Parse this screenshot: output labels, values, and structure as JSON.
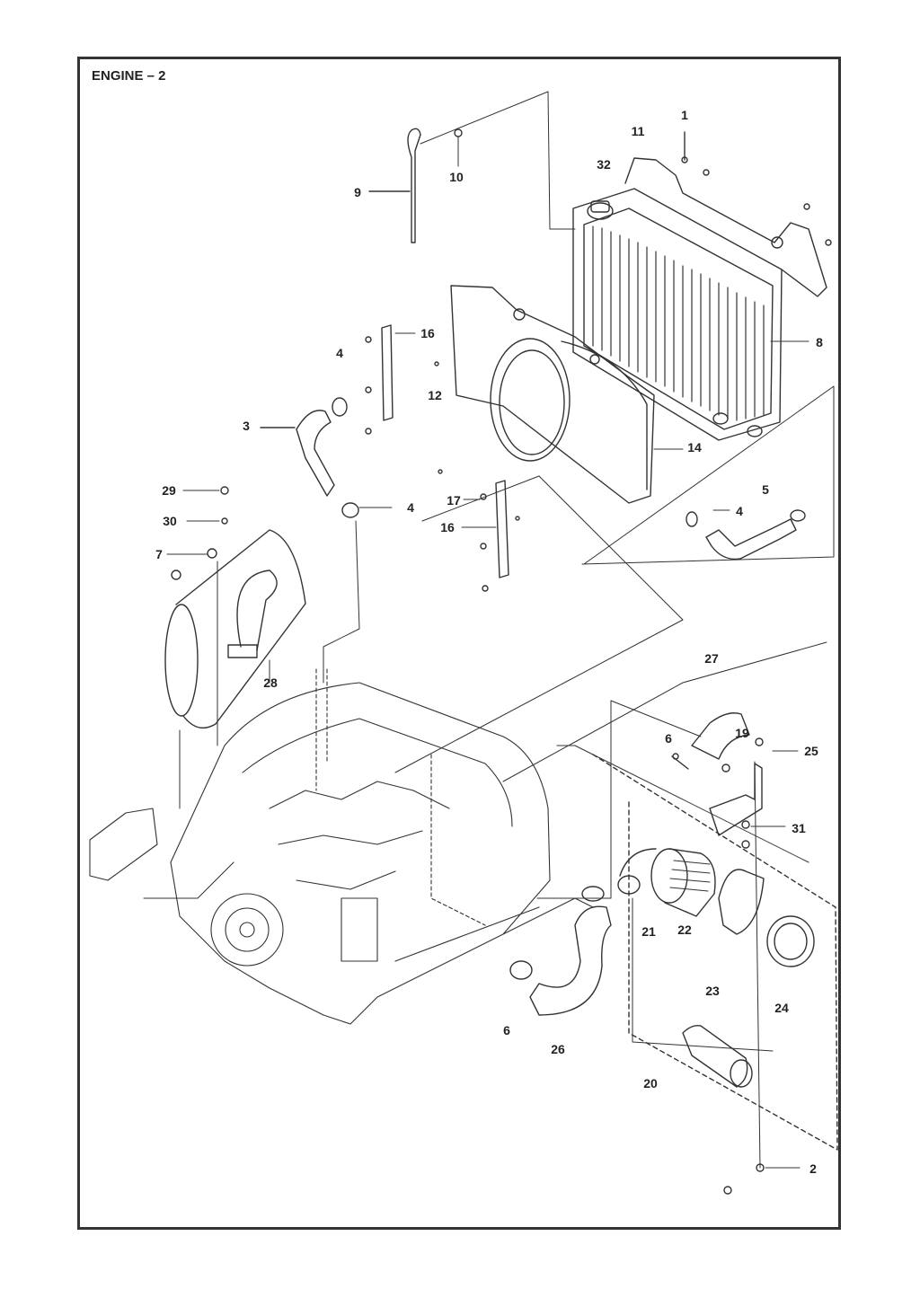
{
  "title": "ENGINE – 2",
  "callouts": [
    "1",
    "11",
    "32",
    "10",
    "9",
    "8",
    "16",
    "4",
    "12",
    "3",
    "14",
    "5",
    "4",
    "29",
    "17",
    "30",
    "16",
    "7",
    "28",
    "4",
    "27",
    "6",
    "19",
    "25",
    "31",
    "21",
    "22",
    "24",
    "23",
    "6",
    "26",
    "20",
    "2"
  ]
}
